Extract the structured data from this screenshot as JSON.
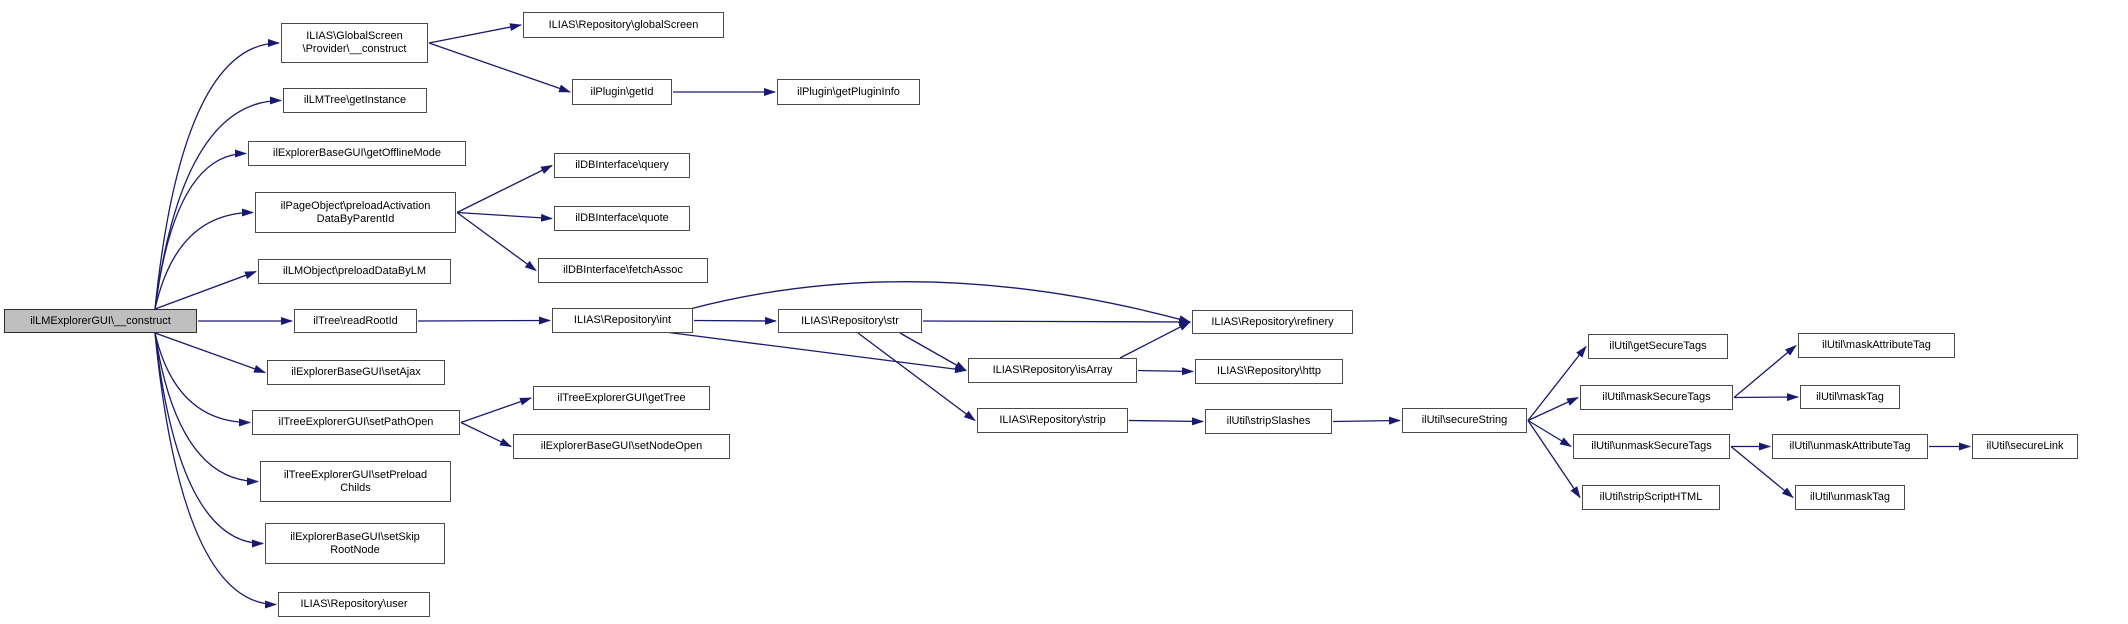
{
  "diagram": {
    "type": "doxygen-call-graph",
    "root_function": "ilLMExplorerGUI\\__construct",
    "colors": {
      "background": "#ffffff",
      "edge": "#191970",
      "node_border": "#4a4a4a",
      "node_fill": "#ffffff",
      "root_fill": "#bfbfbf",
      "text": "#000000"
    },
    "nodes": [
      {
        "id": "gs_construct",
        "label": "ILIAS\\GlobalScreen\n\\Provider\\__construct"
      },
      {
        "id": "repo_globalScreen",
        "label": "ILIAS\\Repository\\globalScreen"
      },
      {
        "id": "plugin_getId",
        "label": "ilPlugin\\getId"
      },
      {
        "id": "plugin_getPluginInfo",
        "label": "ilPlugin\\getPluginInfo"
      },
      {
        "id": "lmtree_getInstance",
        "label": "ilLMTree\\getInstance"
      },
      {
        "id": "getOfflineMode",
        "label": "ilExplorerBaseGUI\\getOfflineMode"
      },
      {
        "id": "preloadActivation",
        "label": "ilPageObject\\preloadActivation\nDataByParentId"
      },
      {
        "id": "db_query",
        "label": "ilDBInterface\\query"
      },
      {
        "id": "db_quote",
        "label": "ilDBInterface\\quote"
      },
      {
        "id": "db_fetchAssoc",
        "label": "ilDBInterface\\fetchAssoc"
      },
      {
        "id": "preloadDataByLM",
        "label": "ilLMObject\\preloadDataByLM"
      },
      {
        "id": "main",
        "label": "ilLMExplorerGUI\\__construct",
        "root": true
      },
      {
        "id": "readRootId",
        "label": "ilTree\\readRootId"
      },
      {
        "id": "repo_int",
        "label": "ILIAS\\Repository\\int"
      },
      {
        "id": "repo_str",
        "label": "ILIAS\\Repository\\str"
      },
      {
        "id": "repo_refinery",
        "label": "ILIAS\\Repository\\refinery"
      },
      {
        "id": "setAjax",
        "label": "ilExplorerBaseGUI\\setAjax"
      },
      {
        "id": "setPathOpen",
        "label": "ilTreeExplorerGUI\\setPathOpen"
      },
      {
        "id": "getTree",
        "label": "ilTreeExplorerGUI\\getTree"
      },
      {
        "id": "setNodeOpen",
        "label": "ilExplorerBaseGUI\\setNodeOpen"
      },
      {
        "id": "setPreloadChilds",
        "label": "ilTreeExplorerGUI\\setPreload\nChilds"
      },
      {
        "id": "setSkipRootNode",
        "label": "ilExplorerBaseGUI\\setSkip\nRootNode"
      },
      {
        "id": "repo_user",
        "label": "ILIAS\\Repository\\user"
      },
      {
        "id": "isArray",
        "label": "ILIAS\\Repository\\isArray"
      },
      {
        "id": "repo_http",
        "label": "ILIAS\\Repository\\http"
      },
      {
        "id": "strip",
        "label": "ILIAS\\Repository\\strip"
      },
      {
        "id": "stripSlashes",
        "label": "ilUtil\\stripSlashes"
      },
      {
        "id": "secureString",
        "label": "ilUtil\\secureString"
      },
      {
        "id": "getSecureTags",
        "label": "ilUtil\\getSecureTags"
      },
      {
        "id": "maskSecureTags",
        "label": "ilUtil\\maskSecureTags"
      },
      {
        "id": "maskAttributeTag",
        "label": "ilUtil\\maskAttributeTag"
      },
      {
        "id": "maskTag",
        "label": "ilUtil\\maskTag"
      },
      {
        "id": "unmaskSecureTags",
        "label": "ilUtil\\unmaskSecureTags"
      },
      {
        "id": "unmaskAttributeTag",
        "label": "ilUtil\\unmaskAttributeTag"
      },
      {
        "id": "secureLink",
        "label": "ilUtil\\secureLink"
      },
      {
        "id": "stripScriptHTML",
        "label": "ilUtil\\stripScriptHTML"
      },
      {
        "id": "unmaskTag",
        "label": "ilUtil\\unmaskTag"
      }
    ],
    "edges": [
      {
        "from": "main",
        "to": "gs_construct"
      },
      {
        "from": "main",
        "to": "lmtree_getInstance"
      },
      {
        "from": "main",
        "to": "getOfflineMode"
      },
      {
        "from": "main",
        "to": "preloadActivation"
      },
      {
        "from": "main",
        "to": "preloadDataByLM"
      },
      {
        "from": "main",
        "to": "readRootId"
      },
      {
        "from": "main",
        "to": "setAjax"
      },
      {
        "from": "main",
        "to": "setPathOpen"
      },
      {
        "from": "main",
        "to": "setPreloadChilds"
      },
      {
        "from": "main",
        "to": "setSkipRootNode"
      },
      {
        "from": "main",
        "to": "repo_user"
      },
      {
        "from": "gs_construct",
        "to": "repo_globalScreen"
      },
      {
        "from": "gs_construct",
        "to": "plugin_getId"
      },
      {
        "from": "plugin_getId",
        "to": "plugin_getPluginInfo"
      },
      {
        "from": "preloadActivation",
        "to": "db_query"
      },
      {
        "from": "preloadActivation",
        "to": "db_quote"
      },
      {
        "from": "preloadActivation",
        "to": "db_fetchAssoc"
      },
      {
        "from": "readRootId",
        "to": "repo_int"
      },
      {
        "from": "repo_int",
        "to": "repo_str"
      },
      {
        "from": "repo_int",
        "to": "repo_refinery"
      },
      {
        "from": "repo_int",
        "to": "isArray"
      },
      {
        "from": "repo_str",
        "to": "repo_refinery"
      },
      {
        "from": "repo_str",
        "to": "isArray"
      },
      {
        "from": "repo_str",
        "to": "strip"
      },
      {
        "from": "isArray",
        "to": "repo_refinery"
      },
      {
        "from": "isArray",
        "to": "repo_http"
      },
      {
        "from": "strip",
        "to": "stripSlashes"
      },
      {
        "from": "stripSlashes",
        "to": "secureString"
      },
      {
        "from": "secureString",
        "to": "getSecureTags"
      },
      {
        "from": "secureString",
        "to": "maskSecureTags"
      },
      {
        "from": "secureString",
        "to": "unmaskSecureTags"
      },
      {
        "from": "secureString",
        "to": "stripScriptHTML"
      },
      {
        "from": "maskSecureTags",
        "to": "maskAttributeTag"
      },
      {
        "from": "maskSecureTags",
        "to": "maskTag"
      },
      {
        "from": "unmaskSecureTags",
        "to": "unmaskAttributeTag"
      },
      {
        "from": "unmaskSecureTags",
        "to": "unmaskTag"
      },
      {
        "from": "unmaskAttributeTag",
        "to": "secureLink"
      },
      {
        "from": "setPathOpen",
        "to": "getTree"
      },
      {
        "from": "setPathOpen",
        "to": "setNodeOpen"
      }
    ]
  }
}
